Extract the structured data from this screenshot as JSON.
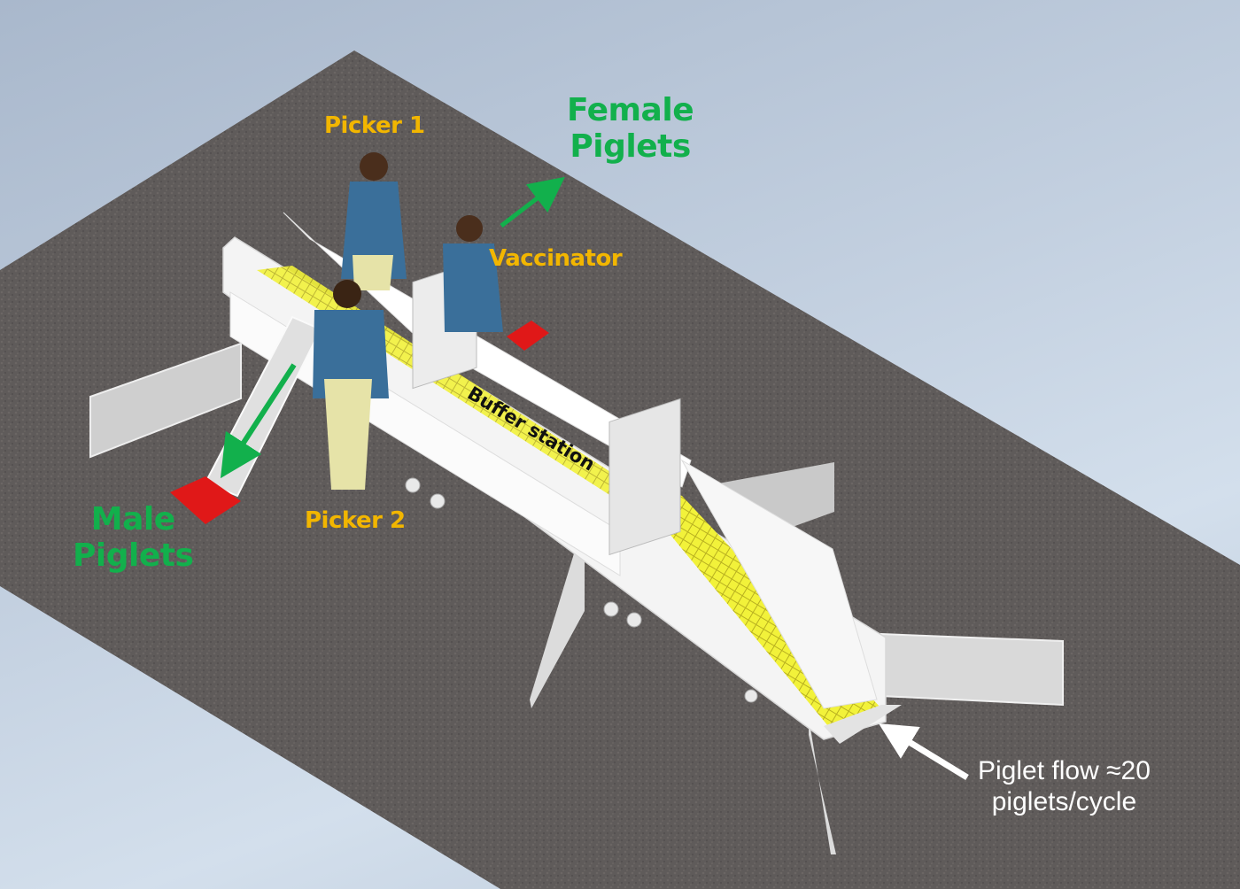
{
  "diagram": {
    "type": "3D CAD layout of piglet sorting / vaccination line",
    "labels": {
      "picker1": "Picker 1",
      "picker2": "Picker 2",
      "vaccinator": "Vaccinator",
      "female_line1": "Female",
      "female_line2": "Piglets",
      "male_line1": "Male",
      "male_line2": "Piglets",
      "buffer_station": "Buffer station",
      "flow_line1": "Piglet flow ≈20",
      "flow_line2": "piglets/cycle"
    },
    "colors": {
      "role_label": "#f2b600",
      "group_label": "#12b04c",
      "flow_label": "#ffffff",
      "floor": "#5f5b5a",
      "background": "#c3d0e0",
      "machine": "#f4f4f4",
      "grid": "#f2f23a",
      "exit_pad": "#e01818",
      "direction_arrow": "#12b04c"
    },
    "arrows": [
      {
        "name": "to-female-piglets",
        "color": "green"
      },
      {
        "name": "to-male-piglets",
        "color": "green"
      },
      {
        "name": "piglet-inflow",
        "color": "white"
      }
    ]
  }
}
